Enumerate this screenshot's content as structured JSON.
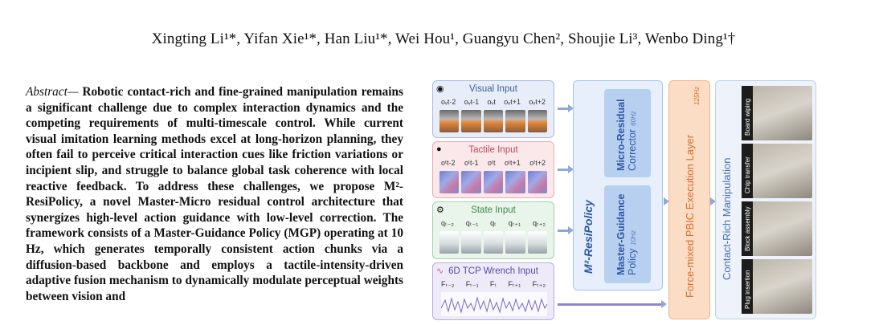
{
  "authors": {
    "line": "Xingting Li¹*, Yifan Xie¹*, Han Liu¹*, Wei Hou¹, Guangyu Chen², Shoujie Li³, Wenbo Ding¹†"
  },
  "abstract": {
    "lead": "Abstract—",
    "text": " Robotic contact-rich and fine-grained manipulation remains a significant challenge due to complex interaction dynamics and the competing requirements of multi-timescale control. While current visual imitation learning methods excel at long-horizon planning, they often fail to perceive critical interaction cues like friction variations or incipient slip, and struggle to balance global task coherence with local reactive feedback. To address these challenges, we propose M²-ResiPolicy, a novel Master-Micro residual control architecture that synergizes high-level action guidance with low-level correction. The framework consists of a Master-Guidance Policy (MGP) operating at 10 Hz, which generates temporally consistent action chunks via a diffusion-based backbone and employs a tactile-intensity-driven adaptive fusion mechanism to dynamically modulate perceptual weights between vision and"
  },
  "figure": {
    "visual": {
      "title": "Visual Input",
      "icon": "camera-icon",
      "labels": [
        "oᵥt-2",
        "oᵥt-1",
        "oᵥt",
        "oᵥt+1",
        "oᵥt+2"
      ]
    },
    "tactile": {
      "title": "Tactile Input",
      "icon": "lightbulb-icon",
      "labels": [
        "oᵗt-2",
        "oᵗt-1",
        "oᵗt",
        "oᵗt+1",
        "oᵗt+2"
      ]
    },
    "state": {
      "title": "State Input",
      "icon": "robot-arm-icon",
      "labels": [
        "qₜ₋₂",
        "qₜ₋₁",
        "qₜ",
        "qₜ₊₁",
        "qₜ₊₂"
      ]
    },
    "wrench": {
      "title": "6D TCP Wrench Input",
      "icon": "wave-icon",
      "labels": [
        "Fₜ₋₂",
        "Fₜ₋₁",
        "Fₜ",
        "Fₜ₊₁",
        "Fₜ₊₂"
      ]
    },
    "resi": {
      "title": "M²-ResiPolicy"
    },
    "micro": {
      "line1": "Micro-Residual",
      "line2": "Corrector",
      "hz": "60Hz"
    },
    "master": {
      "line1": "Master-Guidance",
      "line2": "Policy",
      "hz": "10Hz"
    },
    "force": {
      "title": "Force-mixed PBIC Execution Layer",
      "hz": "125Hz"
    },
    "contact": {
      "title": "Contact-Rich Manipulation"
    },
    "tasks": [
      "Board wiping",
      "Chip transfer",
      "Block assembly",
      "Plug insertion"
    ]
  },
  "colors": {
    "visual": "#e8eef9",
    "tactile": "#fbe8ea",
    "state": "#e9f4ea",
    "wrench": "#eeeaf8",
    "resi": "#e6effb",
    "force": "#fbdcc4",
    "contact": "#eef3fb"
  }
}
